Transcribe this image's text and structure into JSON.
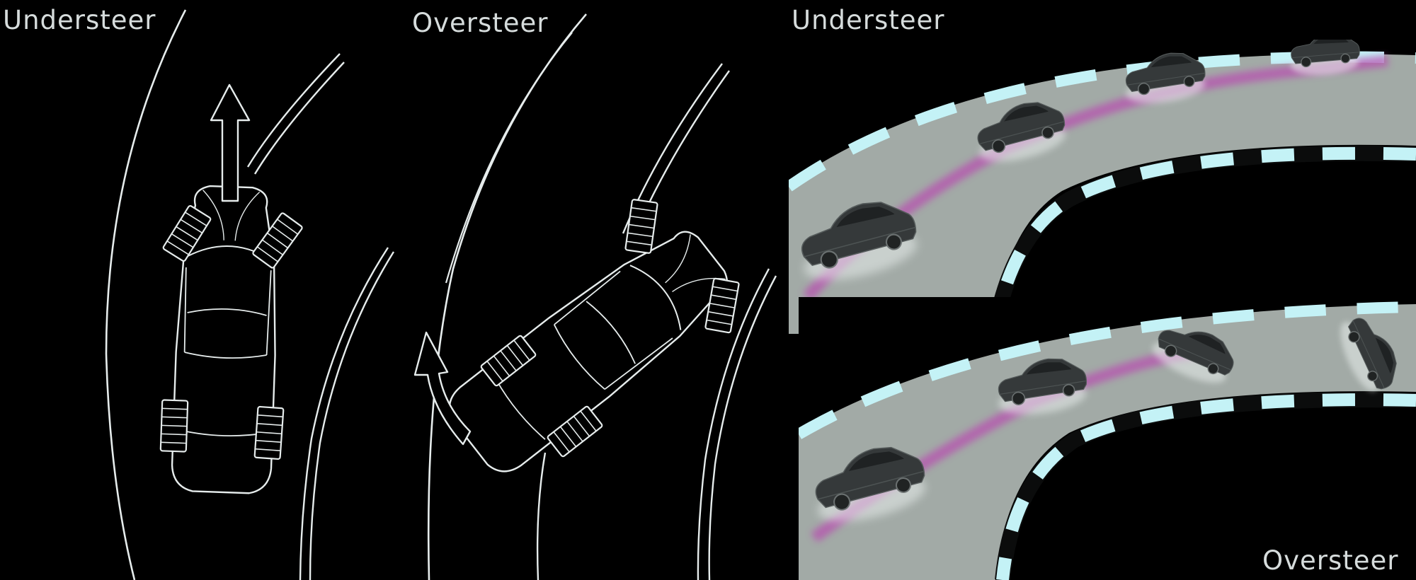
{
  "labels": {
    "understeer_left": "Understeer",
    "oversteer_left": "Oversteer",
    "understeer_right": "Understeer",
    "oversteer_right": "Oversteer"
  },
  "colors": {
    "background": "#000000",
    "line": "#e6ecec",
    "road": "#a2aaa6",
    "curb_light": "#c4f2f6",
    "curb_dark": "#0b0c0c",
    "path_trail": "#b84fb0",
    "car_body": "#35393a",
    "label_text": "#d6dcdc"
  }
}
